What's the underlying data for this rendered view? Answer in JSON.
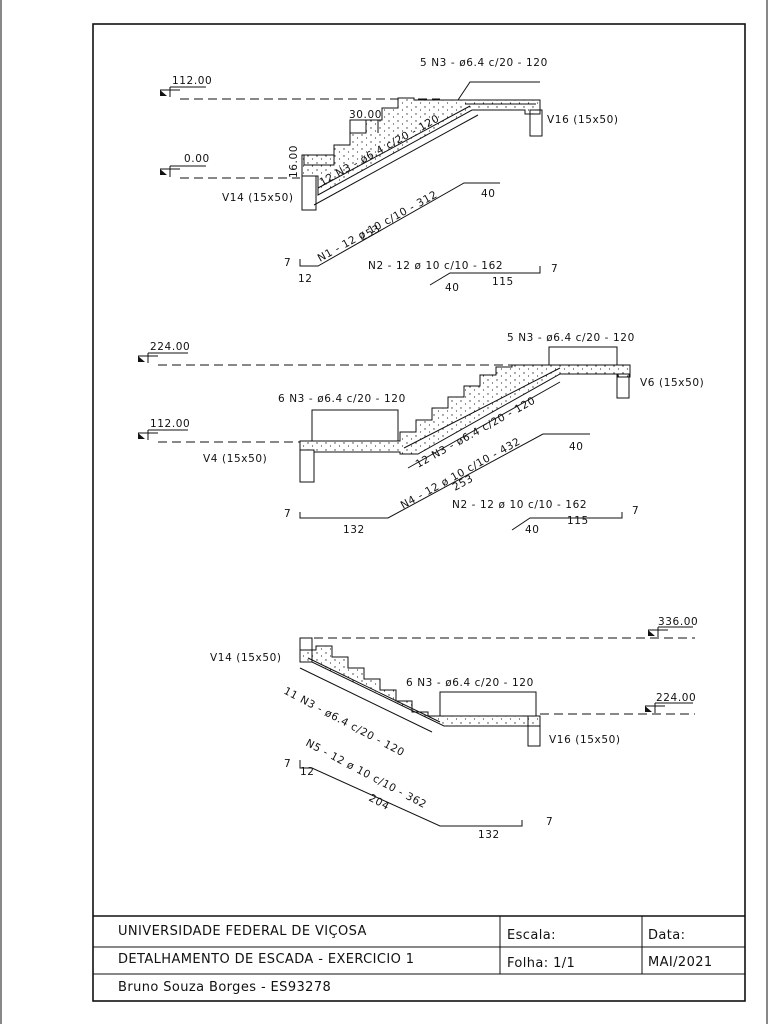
{
  "section1": {
    "lvl_top": "112.00",
    "lvl_bottom": "0.00",
    "rebar_n3_top": "5 N3 - ø6.4 c/20 - 120",
    "tread": "30.00",
    "riser": "16.00",
    "rebar_n3_diag": "12 N3 - ø6.4 c/20 - 120",
    "beam_right": "V16 (15x50)",
    "beam_left": "V14 (15x50)",
    "n1_label": "N1 - 12 ø 10 c/10 - 312",
    "n1_len": "253",
    "n1_end": "40",
    "n1_hook": "7",
    "n1_foot": "12",
    "n2_label": "N2 - 12 ø 10 c/10 - 162",
    "n2_hook": "7",
    "n2_start": "40",
    "n2_len": "115"
  },
  "section2": {
    "lvl_top": "224.00",
    "lvl_mid": "112.00",
    "rebar_n3_top": "5 N3 - ø6.4 c/20 - 120",
    "rebar_n3_land": "6 N3 - ø6.4 c/20 - 120",
    "rebar_n3_diag": "12 N3 - ø6.4 c/20 - 120",
    "beam_right": "V6 (15x50)",
    "beam_left": "V4 (15x50)",
    "n4_label": "N4 - 12 ø 10 c/10 - 432",
    "n4_len": "253",
    "n4_end": "40",
    "n4_hook": "7",
    "n4_foot": "132",
    "n2_label": "N2 - 12 ø 10 c/10 - 162",
    "n2_hook": "7",
    "n2_start": "40",
    "n2_len": "115"
  },
  "section3": {
    "lvl_top": "336.00",
    "lvl_bottom": "224.00",
    "beam_left": "V14 (15x50)",
    "beam_right": "V16 (15x50)",
    "rebar_n3_land": "6 N3 - ø6.4 c/20 - 120",
    "rebar_n3_diag": "11 N3 - ø6.4 c/20 - 120",
    "n5_label": "N5 - 12 ø 10 c/10 - 362",
    "n5_hook": "7",
    "n5_start": "12",
    "n5_len": "204",
    "n5_foot": "132",
    "n5_end_hook": "7"
  },
  "title_block": {
    "university": "UNIVERSIDADE FEDERAL DE VIÇOSA",
    "scale_label": "Escala:",
    "date_label": "Data:",
    "drawing_title": "DETALHAMENTO DE ESCADA - EXERCICIO 1",
    "sheet_label": "Folha: 1/1",
    "date_value": "MAI/2021",
    "author": "Bruno Souza Borges - ES93278"
  }
}
